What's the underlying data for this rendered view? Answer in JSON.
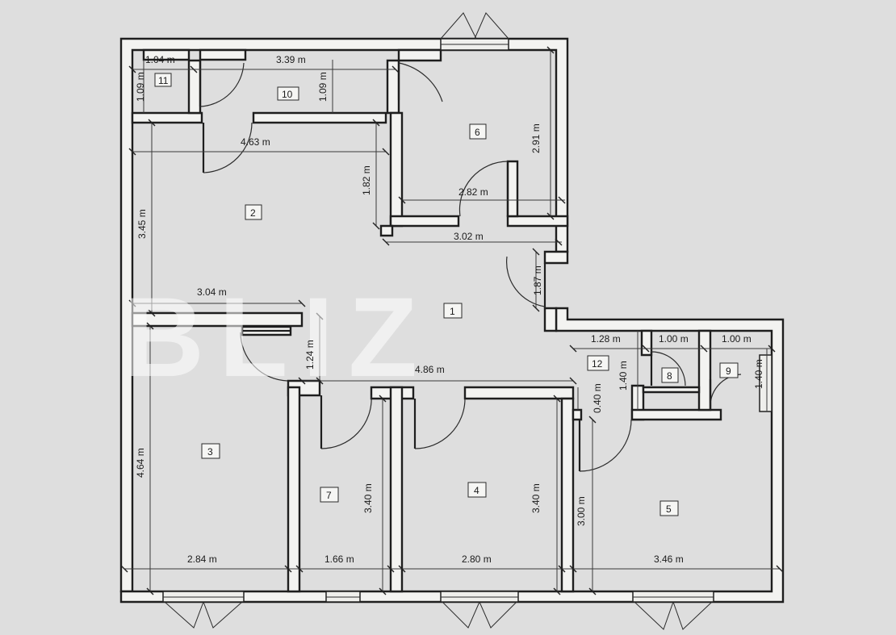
{
  "watermark": "BLIZ",
  "rooms": {
    "r1": "1",
    "r2": "2",
    "r3": "3",
    "r4": "4",
    "r5": "5",
    "r6": "6",
    "r7": "7",
    "r8": "8",
    "r9": "9",
    "r10": "10",
    "r11": "11",
    "r12": "12"
  },
  "dimensions": {
    "d_104": "1.04 m",
    "d_339": "3.39 m",
    "d_109a": "1.09 m",
    "d_109b": "1.09 m",
    "d_463": "4.63 m",
    "d_291": "2.91 m",
    "d_182": "1.82 m",
    "d_282": "2.82 m",
    "d_345": "3.45 m",
    "d_302": "3.02 m",
    "d_187": "1.87 m",
    "d_304": "3.04 m",
    "d_124": "1.24 m",
    "d_486": "4.86 m",
    "d_128": "1.28 m",
    "d_100a": "1.00 m",
    "d_100b": "1.00 m",
    "d_140a": "1.40 m",
    "d_140b": "1.40 m",
    "d_040": "0.40 m",
    "d_464": "4.64 m",
    "d_340a": "3.40 m",
    "d_340b": "3.40 m",
    "d_300": "3.00 m",
    "d_284": "2.84 m",
    "d_166": "1.66 m",
    "d_280": "2.80 m",
    "d_346": "3.46 m"
  }
}
